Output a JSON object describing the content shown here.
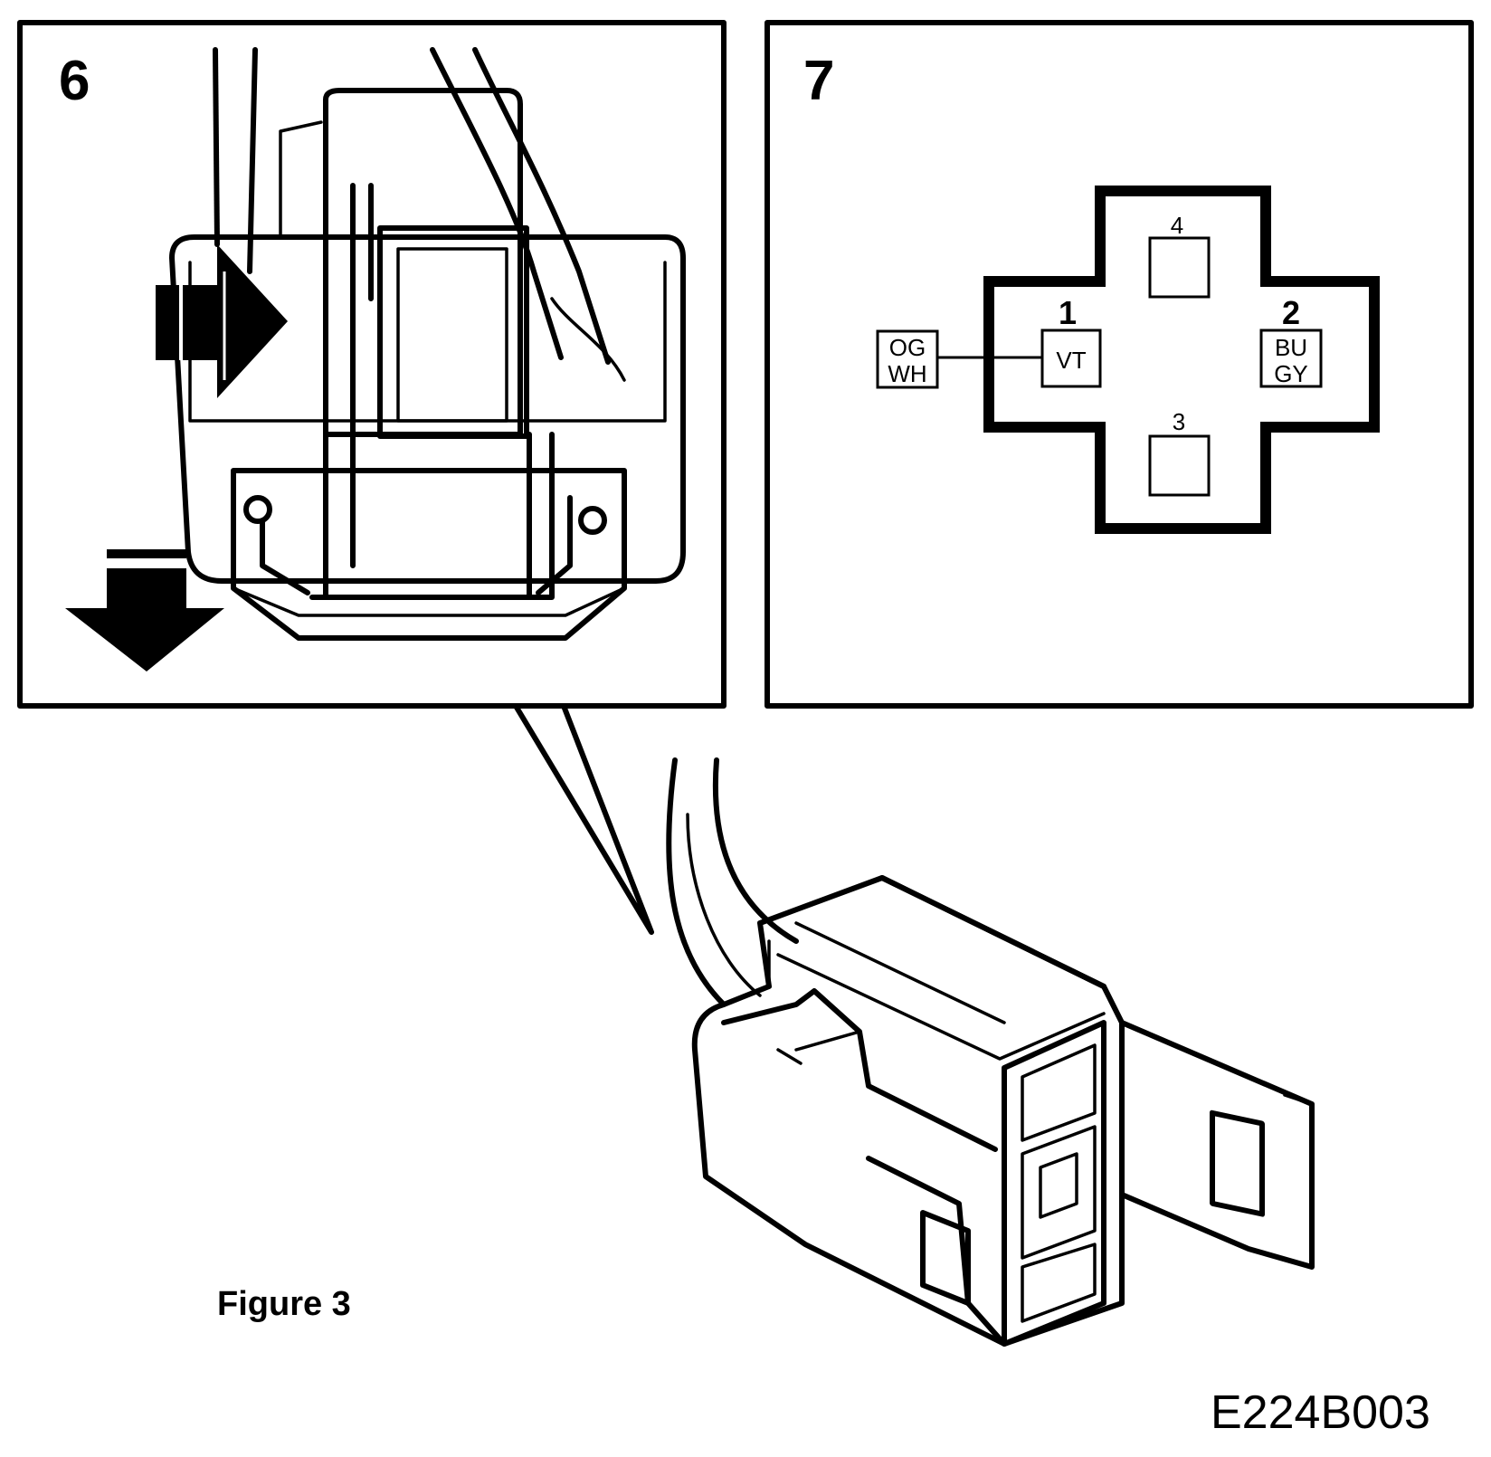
{
  "panels": {
    "left": {
      "number": "6"
    },
    "right": {
      "number": "7"
    }
  },
  "pins": [
    {
      "number": "1",
      "color": "VT"
    },
    {
      "number": "2",
      "color": "BU\nGY"
    },
    {
      "number": "3",
      "color": ""
    },
    {
      "number": "4",
      "color": ""
    }
  ],
  "pin1_wire": {
    "color_line1": "OG",
    "color_line2": "WH"
  },
  "pin2_color": {
    "line1": "BU",
    "line2": "GY"
  },
  "caption": "Figure 3",
  "figure_code": "E224B003"
}
